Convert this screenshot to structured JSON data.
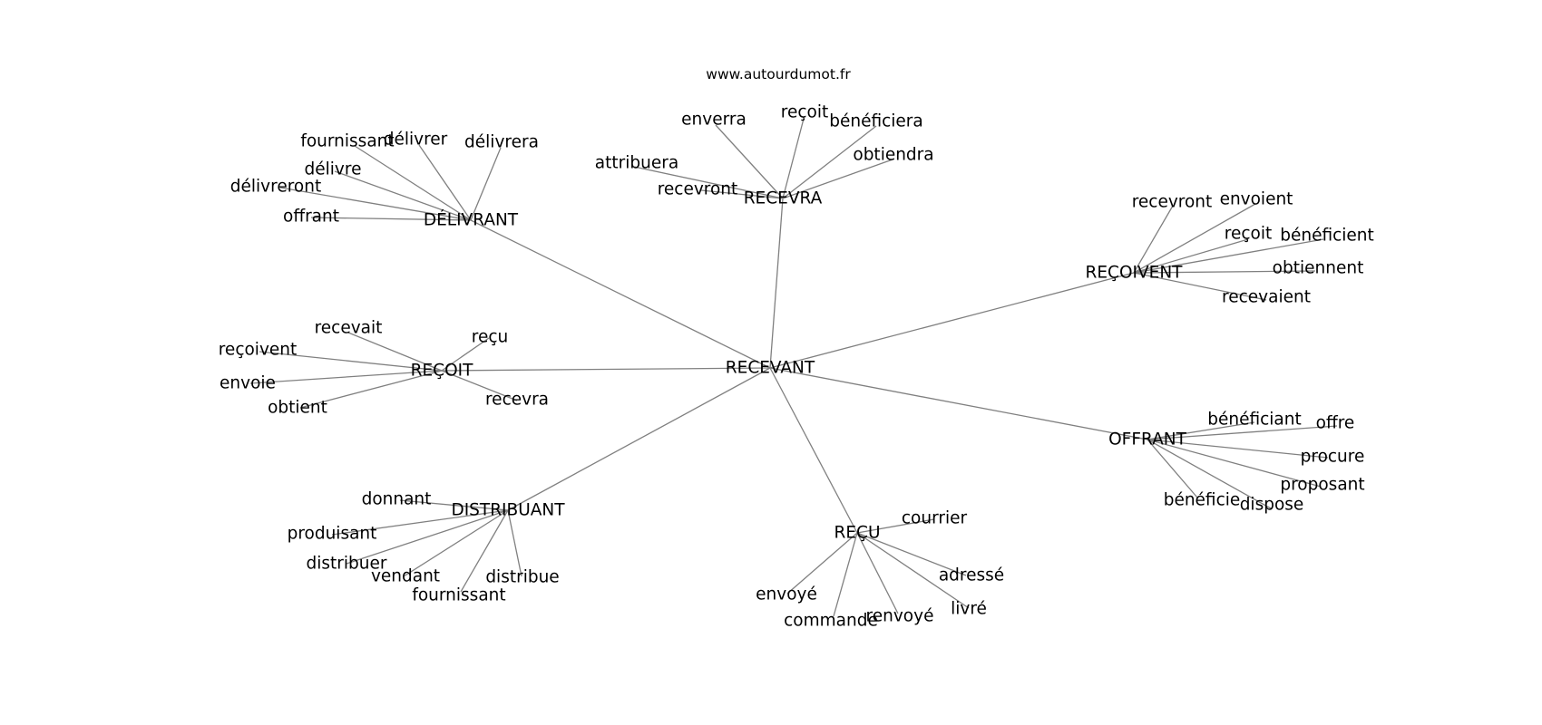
{
  "source_label": "www.autourdumot.fr",
  "colors": {
    "edge": "#808080",
    "text": "#000000",
    "background": "#ffffff"
  },
  "graph": {
    "root": "RECEVANT",
    "clusters": [
      {
        "hub": "DÉLIVRANT",
        "leaves": [
          "fournissant",
          "délivrer",
          "délivrera",
          "délivre",
          "délivreront",
          "offrant"
        ]
      },
      {
        "hub": "RECEVRA",
        "leaves": [
          "enverra",
          "reçoit",
          "bénéficiera",
          "obtiendra",
          "attribuera",
          "recevront"
        ]
      },
      {
        "hub": "REÇOIVENT",
        "leaves": [
          "recevront",
          "envoient",
          "reçoit",
          "bénéficient",
          "obtiennent",
          "recevaient"
        ]
      },
      {
        "hub": "REÇOIT",
        "leaves": [
          "recevait",
          "reçu",
          "reçoivent",
          "envoie",
          "obtient",
          "recevra"
        ]
      },
      {
        "hub": "OFFRANT",
        "leaves": [
          "bénéficiant",
          "offre",
          "procure",
          "proposant",
          "bénéficie",
          "dispose"
        ]
      },
      {
        "hub": "DISTRIBUANT",
        "leaves": [
          "donnant",
          "produisant",
          "distribuer",
          "vendant",
          "distribue",
          "fournissant"
        ]
      },
      {
        "hub": "REÇU",
        "leaves": [
          "courrier",
          "adressé",
          "livré",
          "envoyé",
          "commande",
          "renvoyé"
        ]
      }
    ]
  }
}
